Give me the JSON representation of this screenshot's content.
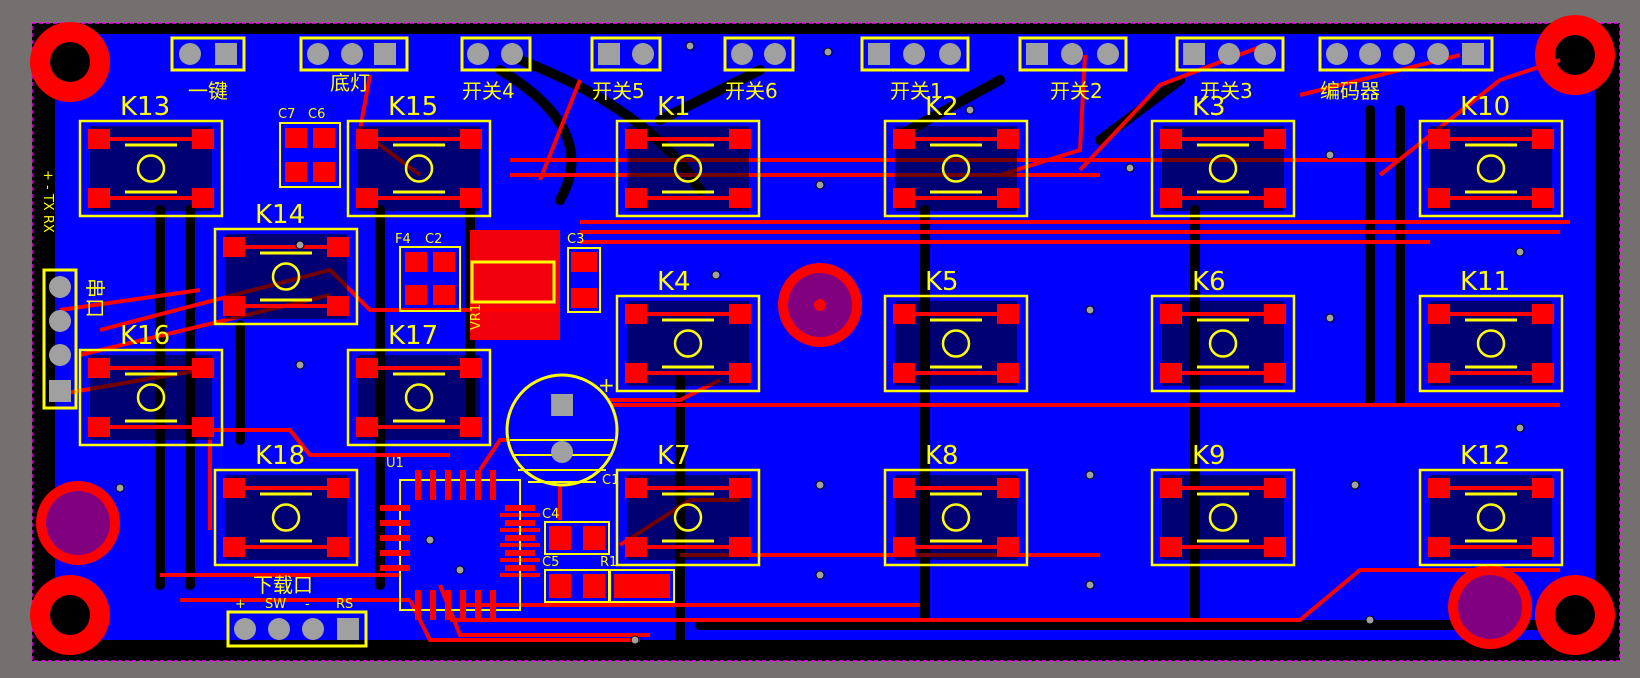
{
  "board": {
    "colors": {
      "background": "#757070",
      "board_edge": "#ff00ff",
      "copper_top": "#ff0000",
      "copper_bottom": "#0000ff",
      "silkscreen": "#ffff00",
      "keepout": "#000000",
      "via": "#a0a0a0",
      "pad_fill": "#800080"
    }
  },
  "keys": [
    {
      "label": "K13"
    },
    {
      "label": "K15"
    },
    {
      "label": "K1"
    },
    {
      "label": "K2"
    },
    {
      "label": "K3"
    },
    {
      "label": "K10"
    },
    {
      "label": "K14"
    },
    {
      "label": "K4"
    },
    {
      "label": "K5"
    },
    {
      "label": "K6"
    },
    {
      "label": "K11"
    },
    {
      "label": "K16"
    },
    {
      "label": "K17"
    },
    {
      "label": "K18"
    },
    {
      "label": "K7"
    },
    {
      "label": "K8"
    },
    {
      "label": "K9"
    },
    {
      "label": "K12"
    }
  ],
  "connectors": [
    {
      "label": "一键"
    },
    {
      "label": "底灯"
    },
    {
      "label": "开关4"
    },
    {
      "label": "开关5"
    },
    {
      "label": "开关6"
    },
    {
      "label": "开关1"
    },
    {
      "label": "开关2"
    },
    {
      "label": "开关3"
    },
    {
      "label": "编码器"
    }
  ],
  "serial_header": {
    "label": "串口",
    "pins": "+ - TX RX"
  },
  "download_header": {
    "label": "下载口",
    "pins": [
      "+",
      "SW",
      "-",
      "RS"
    ]
  },
  "components": {
    "c7": "C7",
    "c6": "C6",
    "f4": "F4",
    "c2": "C2",
    "c3": "C3",
    "vr1": "VR1",
    "u1": "U1",
    "c1": "C1",
    "c4": "C4",
    "c5": "C5",
    "r1": "R1",
    "plus": "+"
  }
}
